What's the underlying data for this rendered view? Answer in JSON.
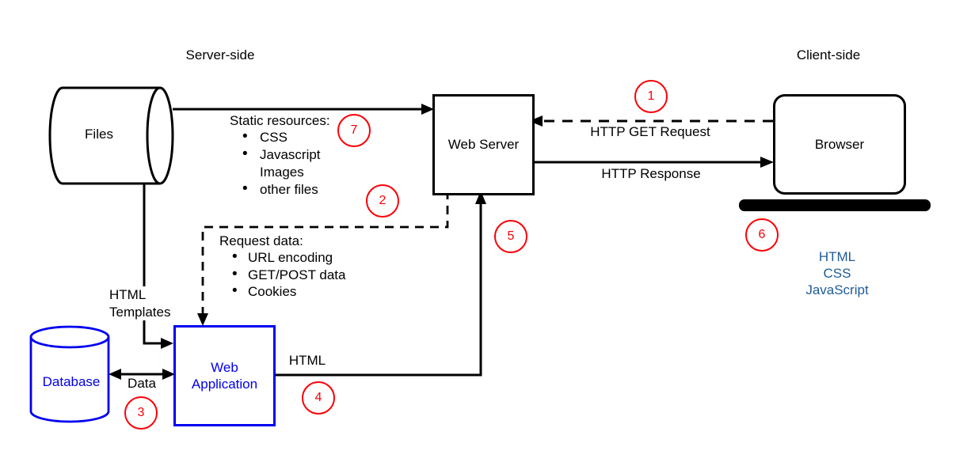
{
  "diagram": {
    "regions": {
      "server_side": "Server-side",
      "client_side": "Client-side"
    },
    "nodes": {
      "files": {
        "label": "Files",
        "shape": "horizontal-cylinder",
        "color": "#000000"
      },
      "web_server": {
        "label": "Web Server",
        "shape": "rectangle",
        "color": "#000000"
      },
      "browser": {
        "label": "Browser",
        "shape": "rounded-rectangle",
        "color": "#000000"
      },
      "database": {
        "label": "Database",
        "shape": "cylinder",
        "color": "#0000f0"
      },
      "web_application": {
        "label": "Web Application",
        "shape": "rectangle",
        "color": "#0000f0"
      }
    },
    "edges": {
      "http_get_request": {
        "label": "HTTP GET Request",
        "style": "dashed",
        "from": "browser",
        "to": "web_server"
      },
      "http_response": {
        "label": "HTTP Response",
        "style": "solid",
        "from": "web_server",
        "to": "browser"
      },
      "static_resources": {
        "label": "",
        "style": "solid",
        "from": "files",
        "to": "web_server"
      },
      "request_data": {
        "label": "",
        "style": "dashed",
        "from": "web_server",
        "to": "web_application"
      },
      "html": {
        "label": "HTML",
        "style": "solid",
        "from": "web_application",
        "to": "web_server"
      },
      "html_templates": {
        "label": "HTML Templates",
        "style": "solid",
        "from": "files",
        "to": "web_application"
      },
      "data": {
        "label": "Data",
        "style": "solid-bidirectional",
        "from": "database",
        "to": "web_application"
      }
    },
    "annotations": {
      "static_resources": {
        "title": "Static resources:",
        "items": [
          {
            "text": "CSS",
            "bullet": true
          },
          {
            "text": "Javascript",
            "bullet": true
          },
          {
            "text": "Images",
            "bullet": false
          },
          {
            "text": "other files",
            "bullet": true
          }
        ]
      },
      "request_data": {
        "title": "Request data:",
        "items": [
          {
            "text": "URL encoding",
            "bullet": true
          },
          {
            "text": "GET/POST data",
            "bullet": true
          },
          {
            "text": "Cookies",
            "bullet": true
          }
        ]
      },
      "client_stack": {
        "lines": [
          "HTML",
          "CSS",
          "JavaScript"
        ],
        "color": "#1f5c99"
      }
    },
    "steps": [
      "1",
      "2",
      "3",
      "4",
      "5",
      "6",
      "7"
    ],
    "colors": {
      "step_circle": "#fb0006",
      "node_blue": "#0000f0",
      "lines_black": "#000000",
      "client_stack_text": "#1f5c99",
      "background": "#ffffff"
    }
  }
}
